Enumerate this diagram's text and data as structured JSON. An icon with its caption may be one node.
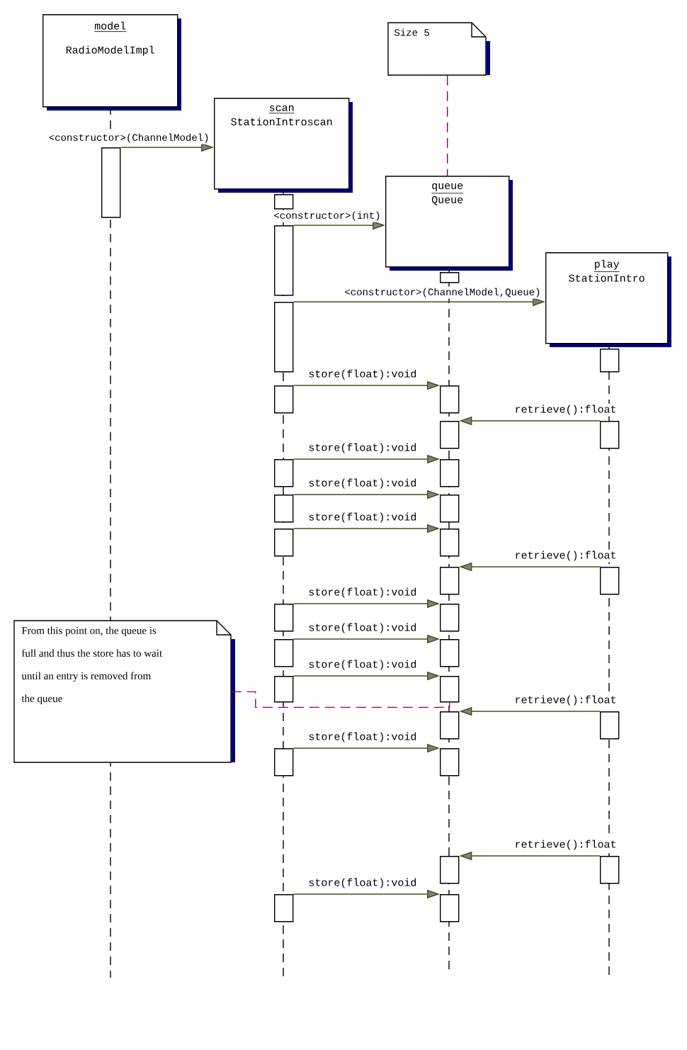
{
  "diagram": {
    "nodes": [
      {
        "text": [
          "model",
          "RadioModelImpl"
        ]
      },
      {
        "text": [
          "scan",
          "StationIntroscan"
        ]
      },
      {
        "text": [
          "queue",
          "Queue"
        ]
      },
      {
        "text": [
          "play",
          "StationIntro"
        ]
      },
      {
        "text": [
          "Size 5"
        ]
      },
      {
        "text": [
          "From this point on, the queue is full and thus the store has to wait until an entry is removed from the queue"
        ]
      },
      {
        "text": [],
        "shape": "bar"
      },
      {
        "text": [],
        "shape": "bar"
      },
      {
        "text": [],
        "shape": "bar"
      },
      {
        "text": [],
        "shape": "bar"
      },
      {
        "text": [],
        "shape": "bar"
      },
      {
        "text": [],
        "shape": "bar"
      },
      {
        "text": [],
        "shape": "bar"
      },
      {
        "text": [],
        "shape": "bar"
      },
      {
        "text": [],
        "shape": "bar"
      },
      {
        "text": [],
        "shape": "bar"
      },
      {
        "text": [],
        "shape": "bar"
      },
      {
        "text": [],
        "shape": "bar"
      },
      {
        "text": [],
        "shape": "bar"
      },
      {
        "text": [],
        "shape": "bar"
      },
      {
        "text": [],
        "shape": "bar"
      },
      {
        "text": [],
        "shape": "bar"
      },
      {
        "text": [],
        "shape": "bar"
      },
      {
        "text": [],
        "shape": "bar"
      },
      {
        "text": [],
        "shape": "bar"
      },
      {
        "text": [],
        "shape": "bar"
      },
      {
        "text": [],
        "shape": "bar"
      },
      {
        "text": [],
        "shape": "bar"
      },
      {
        "text": [],
        "shape": "bar"
      },
      {
        "text": [],
        "shape": "bar"
      },
      {
        "text": [],
        "shape": "bar"
      },
      {
        "text": [],
        "shape": "bar"
      },
      {
        "text": [],
        "shape": "bar"
      },
      {
        "text": [],
        "shape": "bar"
      },
      {
        "text": [],
        "shape": "bar"
      },
      {
        "text": [],
        "shape": "bar"
      },
      {
        "text": [],
        "shape": "bar"
      },
      {
        "text": [],
        "shape": "bar"
      }
    ],
    "edges": [
      {
        "from": 6,
        "to": 1,
        "arrow": "to",
        "label": "<constructor>(ChannelModel)"
      },
      {
        "from": 4,
        "to": 2,
        "arrow": "none",
        "style": "dashed",
        "color": "#800080"
      },
      {
        "from": 8,
        "to": 2,
        "arrow": "to",
        "label": "<constructor>(int)"
      },
      {
        "from": 10,
        "to": 3,
        "arrow": "to",
        "label": "<constructor>(ChannelModel,Queue)"
      },
      {
        "from": 12,
        "to": 13,
        "arrow": "to",
        "label": "store(float):void"
      },
      {
        "from": 15,
        "to": 14,
        "arrow": "to",
        "label": "retrieve():float"
      },
      {
        "from": 16,
        "to": 17,
        "arrow": "to",
        "label": "store(float):void"
      },
      {
        "from": 18,
        "to": 19,
        "arrow": "to",
        "label": "store(float):void"
      },
      {
        "from": 20,
        "to": 21,
        "arrow": "to",
        "label": "store(float):void"
      },
      {
        "from": 23,
        "to": 22,
        "arrow": "to",
        "label": "retrieve():float"
      },
      {
        "from": 24,
        "to": 25,
        "arrow": "to",
        "label": "store(float):void"
      },
      {
        "from": 26,
        "to": 27,
        "arrow": "to",
        "label": "store(float):void"
      },
      {
        "from": 28,
        "to": 29,
        "arrow": "to",
        "label": "store(float):void"
      },
      {
        "from": 5,
        "to": 29,
        "arrow": "none",
        "style": "dashed",
        "color": "#800080"
      },
      {
        "from": 31,
        "to": 30,
        "arrow": "to",
        "label": "retrieve():float"
      },
      {
        "from": 32,
        "to": 33,
        "arrow": "to",
        "label": "store(float):void"
      },
      {
        "from": 35,
        "to": 34,
        "arrow": "to",
        "label": "retrieve():float"
      },
      {
        "from": 36,
        "to": 37,
        "arrow": "to",
        "label": "store(float):void"
      }
    ]
  }
}
